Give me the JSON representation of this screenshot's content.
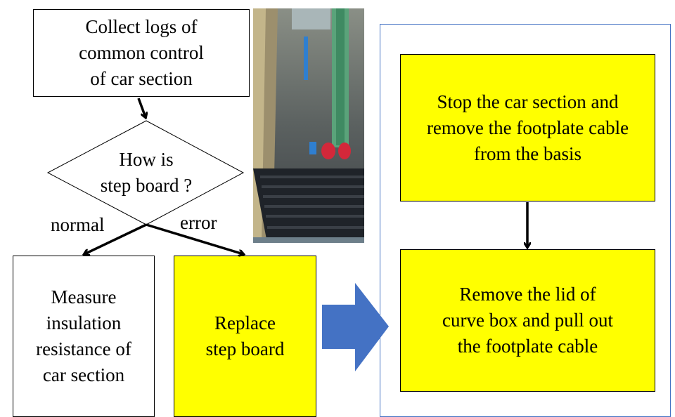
{
  "flow": {
    "collect_logs": "Collect logs of\ncommon control\nof car section",
    "decision": "How is\nstep board ?",
    "branch_normal": "normal",
    "branch_error": "error",
    "measure": "Measure\ninsulation\nresistance of\ncar section",
    "replace": "Replace\nstep board"
  },
  "procedure": {
    "step1": "Stop the car section  and\nremove the footplate cable\nfrom the basis",
    "step2": "Remove the lid of\ncurve box and pull out\nthe footplate cable"
  },
  "colors": {
    "highlight": "#ffff00",
    "arrow_fill": "#4472c4",
    "panel_border": "#4472c4"
  }
}
